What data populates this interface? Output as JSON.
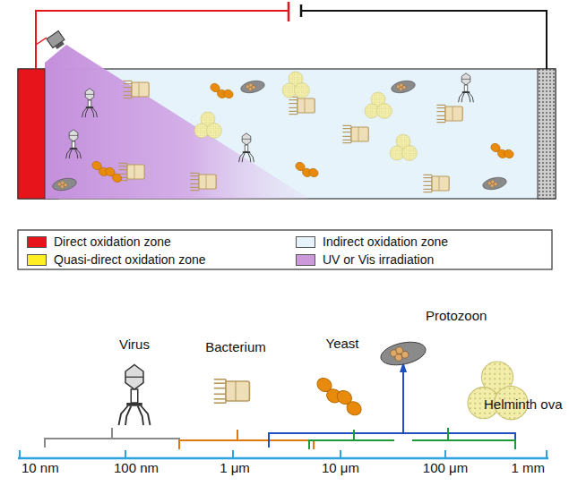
{
  "diagram": {
    "labels": [
      "Virus",
      "Bacterium",
      "Yeast",
      "Protozoon",
      "Helminth ova",
      "10 nm",
      "100 nm",
      "1 μm",
      "10 μm",
      "100 μm",
      "1 mm"
    ],
    "legend": [
      {
        "text": "Direct oxidation zone",
        "color": "#e8141b"
      },
      {
        "text": "Indirect oxidation zone",
        "color": "#e6f3fa"
      },
      {
        "text": "Quasi-direct oxidation zone",
        "color": "#ffee22"
      },
      {
        "text": "UV or Vis irradiation",
        "color": "#cc99dd"
      }
    ]
  }
}
